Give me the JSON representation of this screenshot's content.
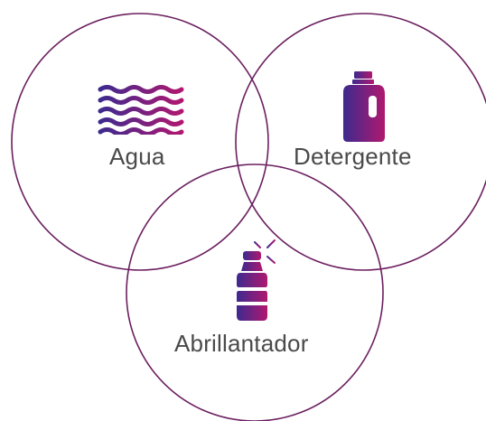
{
  "diagram": {
    "stroke_color": "#6b1f5f",
    "gradient": {
      "from": "#3d2a8f",
      "to": "#b0186f"
    },
    "sets": [
      {
        "id": "agua",
        "label": "Agua",
        "icon": "water-waves-icon"
      },
      {
        "id": "detergente",
        "label": "Detergente",
        "icon": "detergent-bottle-icon"
      },
      {
        "id": "abrillantador",
        "label": "Abrillantador",
        "icon": "spray-bottle-icon"
      }
    ]
  }
}
